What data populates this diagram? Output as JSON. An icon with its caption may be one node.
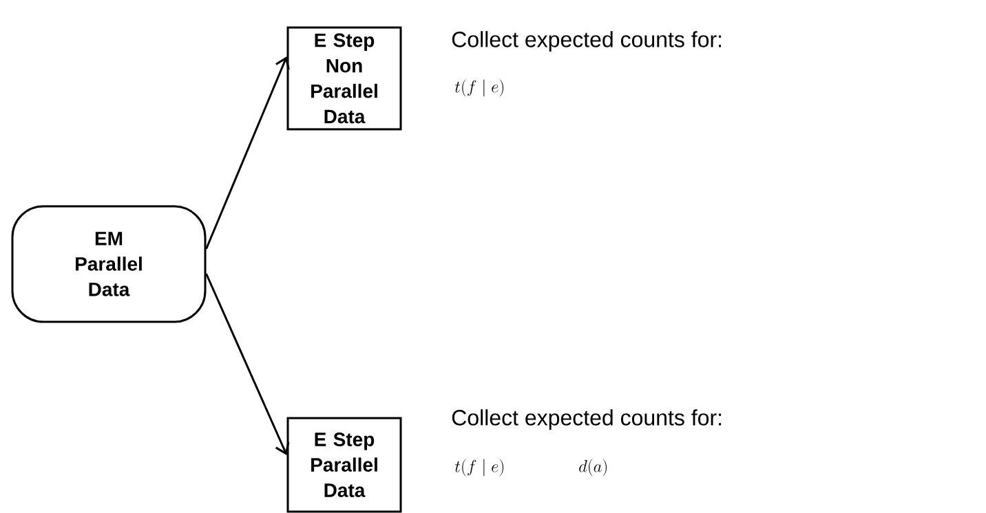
{
  "diagram": {
    "nodes": [
      {
        "text": [
          "EM",
          "Parallel Data"
        ]
      },
      {
        "text": [
          "E Step",
          "Non Parallel Data"
        ]
      },
      {
        "text": [
          "E Step",
          "Parallel Data"
        ]
      }
    ],
    "edges": [
      {
        "from": 0,
        "to": 1,
        "arrow": "to"
      },
      {
        "from": 0,
        "to": 2,
        "arrow": "to"
      }
    ],
    "labels": [
      "Collect expected counts for:",
      "t(f\\mid e)",
      "Collect expected counts for:",
      "t(f\\mid e)",
      "d(a)"
    ]
  }
}
